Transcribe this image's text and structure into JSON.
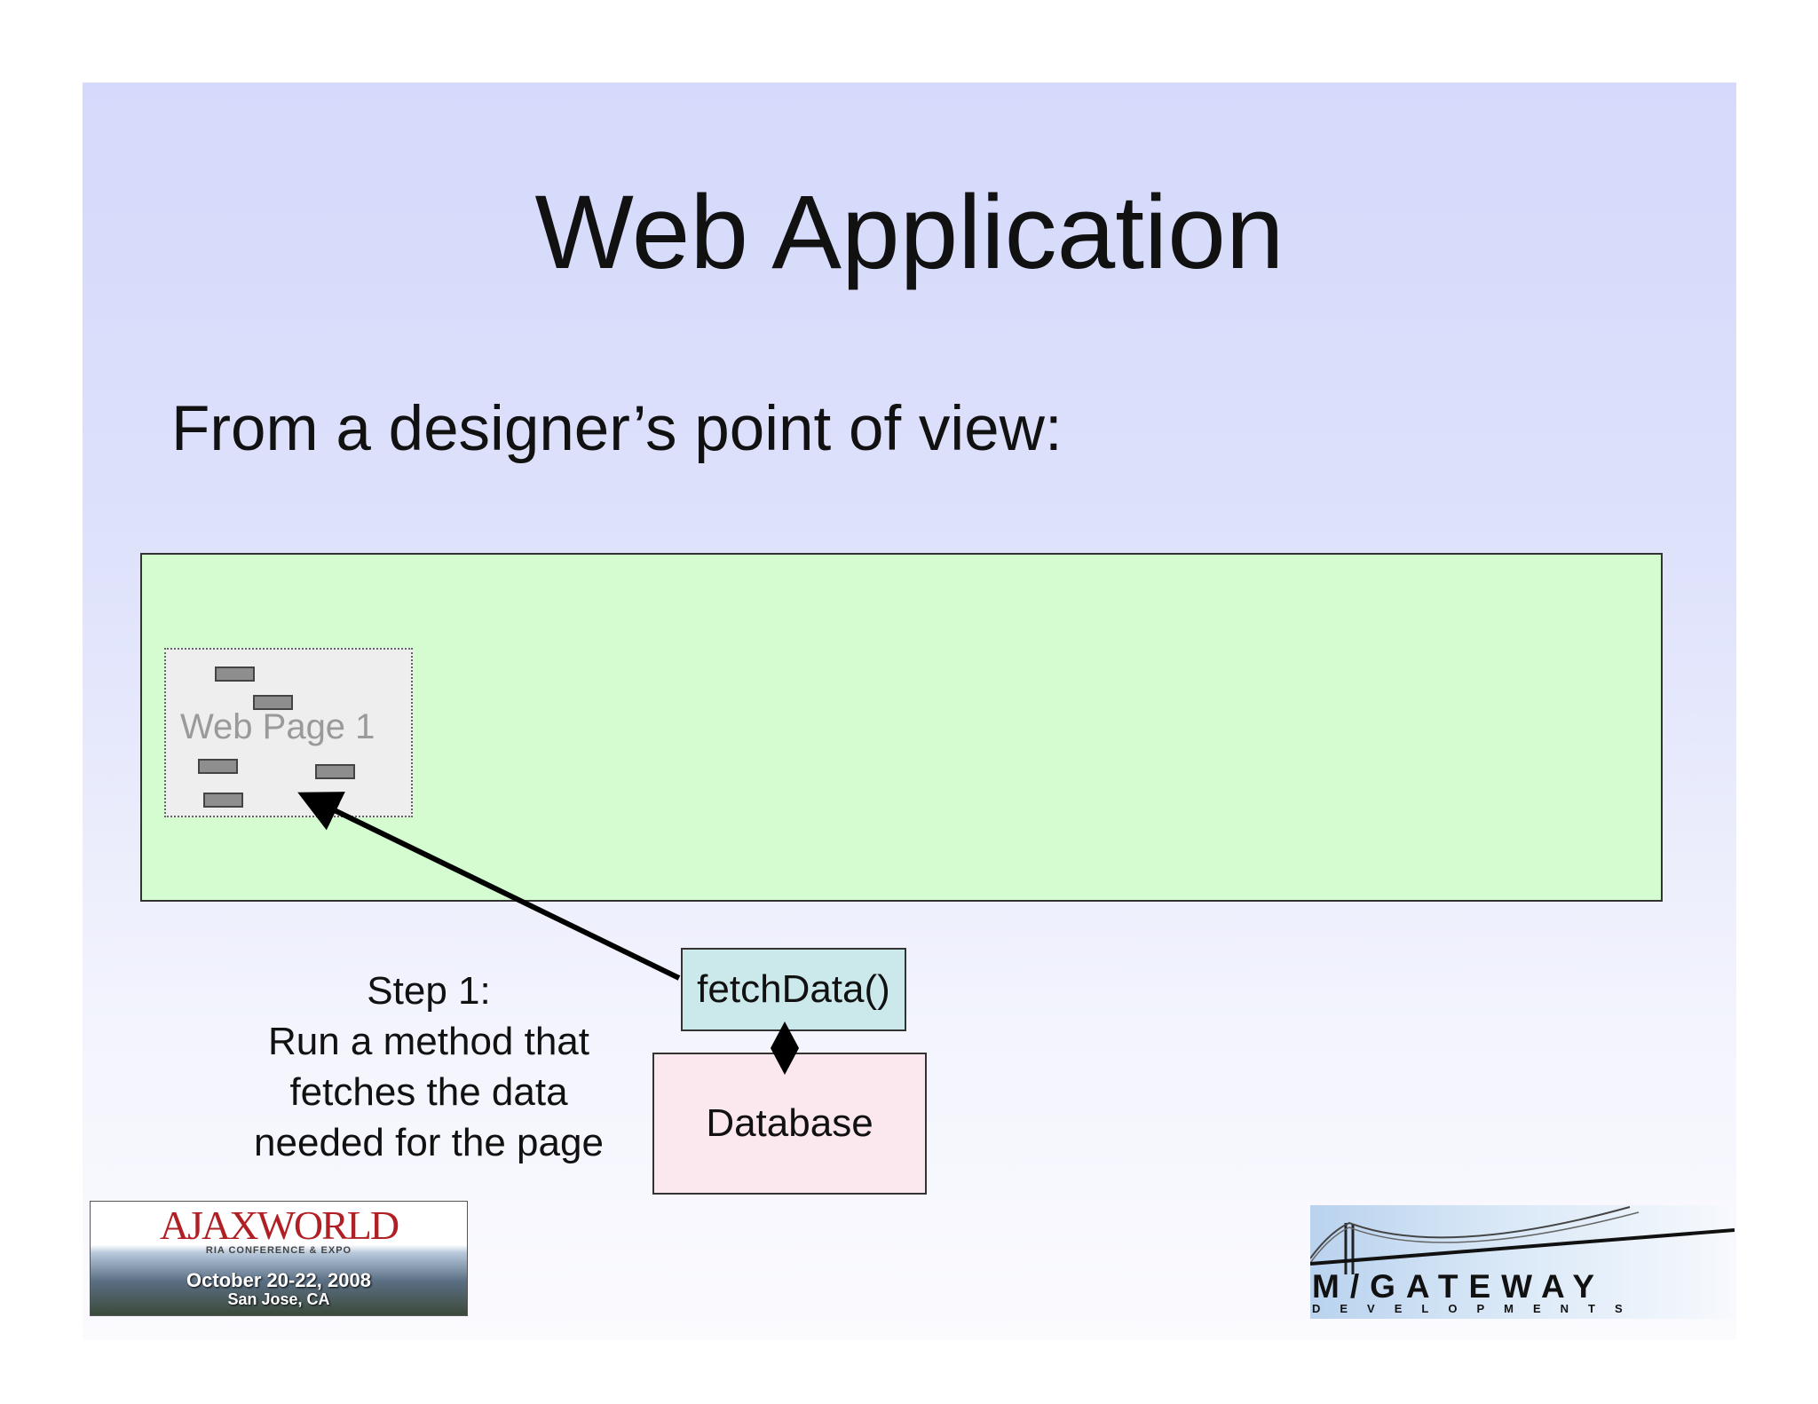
{
  "slide": {
    "title": "Web Application",
    "subtitle": "From a designer’s point of view:"
  },
  "diagram": {
    "web_page_label": "Web Page 1",
    "step_lines": [
      "Step 1:",
      "Run a method that",
      "fetches the data",
      "needed for the page"
    ],
    "method_label": "fetchData()",
    "database_label": "Database"
  },
  "logos": {
    "left": {
      "name": "AJAXWORLD",
      "tagline": "RIA CONFERENCE & EXPO",
      "date": "October 20-22, 2008",
      "place": "San Jose, CA"
    },
    "right": {
      "name": "M/GATEWAY",
      "tagline": "DEVELOPMENTS"
    }
  },
  "colors": {
    "app_area": "#d4fcd0",
    "web_page": "#eeeeee",
    "method_box": "#cbe9ea",
    "database_box": "#fbe8ef"
  }
}
